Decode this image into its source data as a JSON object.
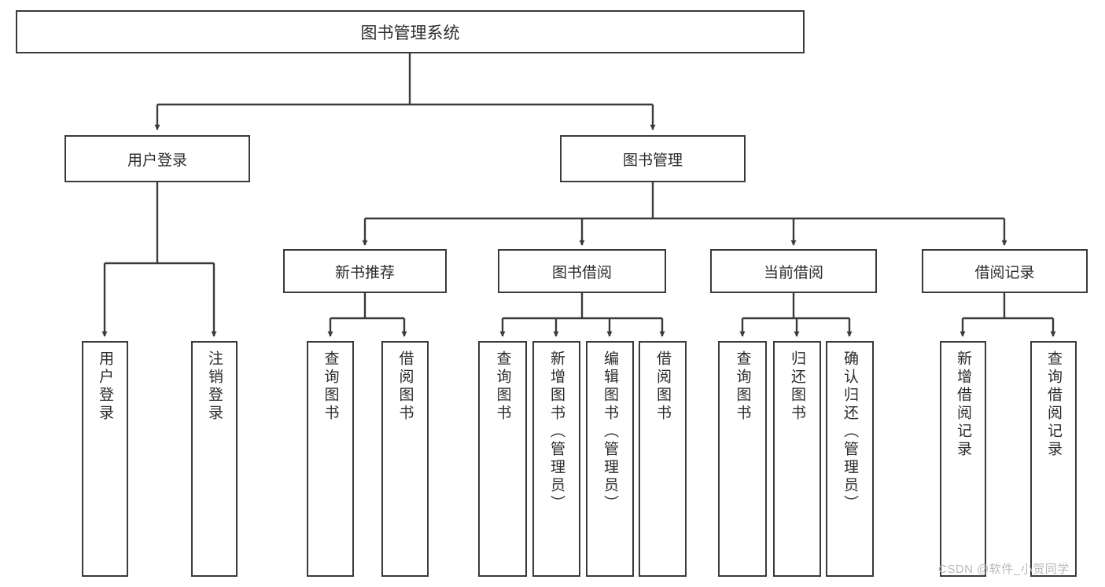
{
  "diagram": {
    "title": "图书管理系统",
    "type": "tree",
    "colors": {
      "stroke": "#3a3a3a",
      "fill": "#ffffff",
      "text": "#2b2b2b",
      "watermark": "#b9b9b9"
    },
    "root": {
      "label": "图书管理系统"
    },
    "level2": [
      {
        "id": "user-login",
        "label": "用户登录"
      },
      {
        "id": "book-manage",
        "label": "图书管理"
      }
    ],
    "level3": [
      {
        "id": "new-book-recommend",
        "label": "新书推荐"
      },
      {
        "id": "book-borrow",
        "label": "图书借阅"
      },
      {
        "id": "current-borrow",
        "label": "当前借阅"
      },
      {
        "id": "borrow-record",
        "label": "借阅记录"
      }
    ],
    "leaves": {
      "user_login": [
        {
          "id": "leaf-user-login",
          "label": "用户登录"
        },
        {
          "id": "leaf-logout-login",
          "label": "注销登录"
        }
      ],
      "new_book_recommend": [
        {
          "id": "leaf-query-book-1",
          "label": "查询图书"
        },
        {
          "id": "leaf-borrow-book-1",
          "label": "借阅图书"
        }
      ],
      "book_borrow": [
        {
          "id": "leaf-query-book-2",
          "label": "查询图书"
        },
        {
          "id": "leaf-add-book",
          "label": "新增图书（管理员）"
        },
        {
          "id": "leaf-edit-book",
          "label": "编辑图书（管理员）"
        },
        {
          "id": "leaf-borrow-book-2",
          "label": "借阅图书"
        }
      ],
      "current_borrow": [
        {
          "id": "leaf-query-book-3",
          "label": "查询图书"
        },
        {
          "id": "leaf-return-book",
          "label": "归还图书"
        },
        {
          "id": "leaf-confirm-return",
          "label": "确认归还（管理员）"
        }
      ],
      "borrow_record": [
        {
          "id": "leaf-add-borrow-record",
          "label": "新增借阅记录"
        },
        {
          "id": "leaf-query-borrow-record",
          "label": "查询借阅记录"
        }
      ]
    }
  },
  "watermark": {
    "text": "CSDN @软件_小贺同学"
  }
}
